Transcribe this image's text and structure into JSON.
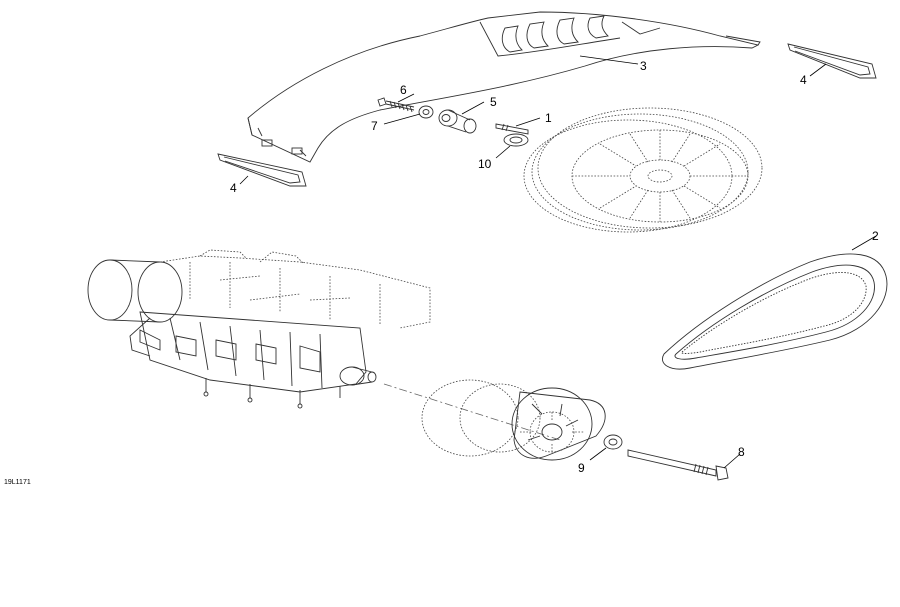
{
  "drawing_ref": "19L1171",
  "callouts": {
    "belt_guard": "3",
    "guard_decal_left": "4",
    "guard_decal_right": "4",
    "drive_belt": "2",
    "screw_top": "6",
    "bushing": "5",
    "washer_top": "7",
    "pin": "1",
    "retaining_washer": "10",
    "bolt": "8",
    "washer_bottom": "9"
  }
}
